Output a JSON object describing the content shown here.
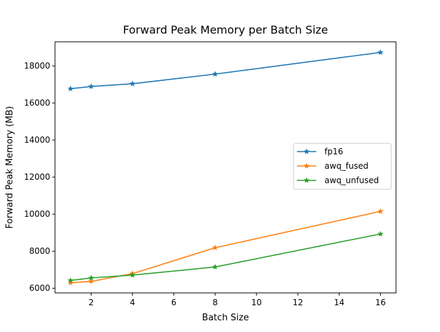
{
  "chart_data": {
    "type": "line",
    "title": "Forward Peak Memory per Batch Size",
    "xlabel": "Batch Size",
    "ylabel": "Forward Peak Memory (MB)",
    "xlim": [
      0.25,
      16.75
    ],
    "ylim": [
      5750,
      19300
    ],
    "xticks": [
      2,
      4,
      6,
      8,
      10,
      12,
      14,
      16
    ],
    "yticks": [
      6000,
      8000,
      10000,
      12000,
      14000,
      16000,
      18000
    ],
    "grid": false,
    "legend_position": "center-right",
    "marker": "star",
    "x": [
      1,
      2,
      4,
      8,
      16
    ],
    "series": [
      {
        "name": "fp16",
        "color": "#1f77b4",
        "values": [
          16770,
          16890,
          17040,
          17560,
          18730
        ]
      },
      {
        "name": "awq_fused",
        "color": "#ff7f0e",
        "values": [
          6300,
          6370,
          6790,
          8190,
          10150
        ]
      },
      {
        "name": "awq_unfused",
        "color": "#2ca02c",
        "values": [
          6420,
          6560,
          6710,
          7150,
          8930
        ]
      }
    ]
  }
}
